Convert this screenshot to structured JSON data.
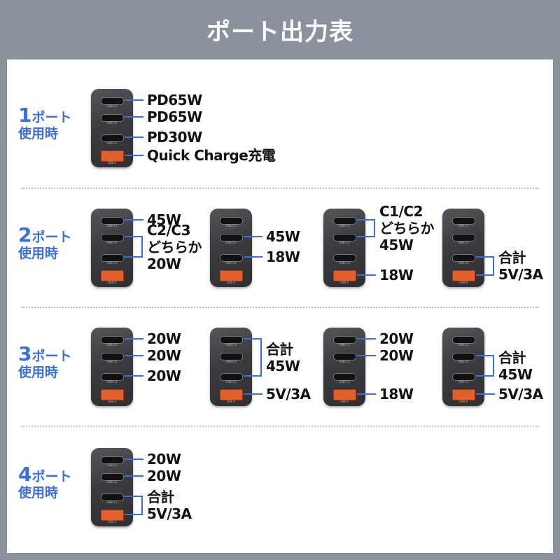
{
  "title": "ポート出力表",
  "accent_color": "#3a6fe0",
  "charger": {
    "port_labels": [
      "USB C1",
      "USB C2",
      "USB C3",
      "USB A"
    ]
  },
  "rows": [
    {
      "num": "1",
      "suffix": "ポート",
      "line2": "使用時",
      "configs": [
        {
          "items": [
            {
              "ports": [
                "C1"
              ],
              "lines": [
                "PD65W"
              ]
            },
            {
              "ports": [
                "C2"
              ],
              "lines": [
                "PD65W"
              ]
            },
            {
              "ports": [
                "C3"
              ],
              "lines": [
                "PD30W"
              ]
            },
            {
              "ports": [
                "A"
              ],
              "lines": [
                "Quick Charge充電"
              ]
            }
          ]
        }
      ]
    },
    {
      "num": "2",
      "suffix": "ポート",
      "line2": "使用時",
      "configs": [
        {
          "items": [
            {
              "ports": [
                "C1"
              ],
              "lines": [
                "45W"
              ]
            },
            {
              "ports": [
                "C2",
                "C3"
              ],
              "lines": [
                "C2/C3",
                "どちらか",
                "20W"
              ]
            }
          ]
        },
        {
          "items": [
            {
              "ports": [
                "C2"
              ],
              "lines": [
                "45W"
              ]
            },
            {
              "ports": [
                "C3"
              ],
              "lines": [
                "18W"
              ]
            }
          ]
        },
        {
          "items": [
            {
              "ports": [
                "C1",
                "C2"
              ],
              "lines": [
                "C1/C2",
                "どちらか",
                "45W"
              ]
            },
            {
              "ports": [
                "A"
              ],
              "lines": [
                "18W"
              ]
            }
          ]
        },
        {
          "items": [
            {
              "ports": [
                "C3",
                "A"
              ],
              "lines": [
                "合計",
                "5V/3A"
              ]
            }
          ]
        }
      ]
    },
    {
      "num": "3",
      "suffix": "ポート",
      "line2": "使用時",
      "configs": [
        {
          "items": [
            {
              "ports": [
                "C1"
              ],
              "lines": [
                "20W"
              ]
            },
            {
              "ports": [
                "C2"
              ],
              "lines": [
                "20W"
              ]
            },
            {
              "ports": [
                "C3"
              ],
              "lines": [
                "20W"
              ]
            }
          ]
        },
        {
          "items": [
            {
              "ports": [
                "C1",
                "C3"
              ],
              "lines": [
                "合計",
                "45W"
              ]
            },
            {
              "ports": [
                "A"
              ],
              "lines": [
                "5V/3A"
              ]
            }
          ]
        },
        {
          "items": [
            {
              "ports": [
                "C1"
              ],
              "lines": [
                "20W"
              ]
            },
            {
              "ports": [
                "C2"
              ],
              "lines": [
                "20W"
              ]
            },
            {
              "ports": [
                "A"
              ],
              "lines": [
                "18W"
              ]
            }
          ]
        },
        {
          "items": [
            {
              "ports": [
                "C2",
                "C3"
              ],
              "lines": [
                "合計",
                "45W"
              ]
            },
            {
              "ports": [
                "A"
              ],
              "lines": [
                "5V/3A"
              ]
            }
          ]
        }
      ]
    },
    {
      "num": "4",
      "suffix": "ポート",
      "line2": "使用時",
      "configs": [
        {
          "items": [
            {
              "ports": [
                "C1"
              ],
              "lines": [
                "20W"
              ]
            },
            {
              "ports": [
                "C2"
              ],
              "lines": [
                "20W"
              ]
            },
            {
              "ports": [
                "C3",
                "A"
              ],
              "lines": [
                "合計",
                "5V/3A"
              ]
            }
          ]
        }
      ]
    }
  ]
}
